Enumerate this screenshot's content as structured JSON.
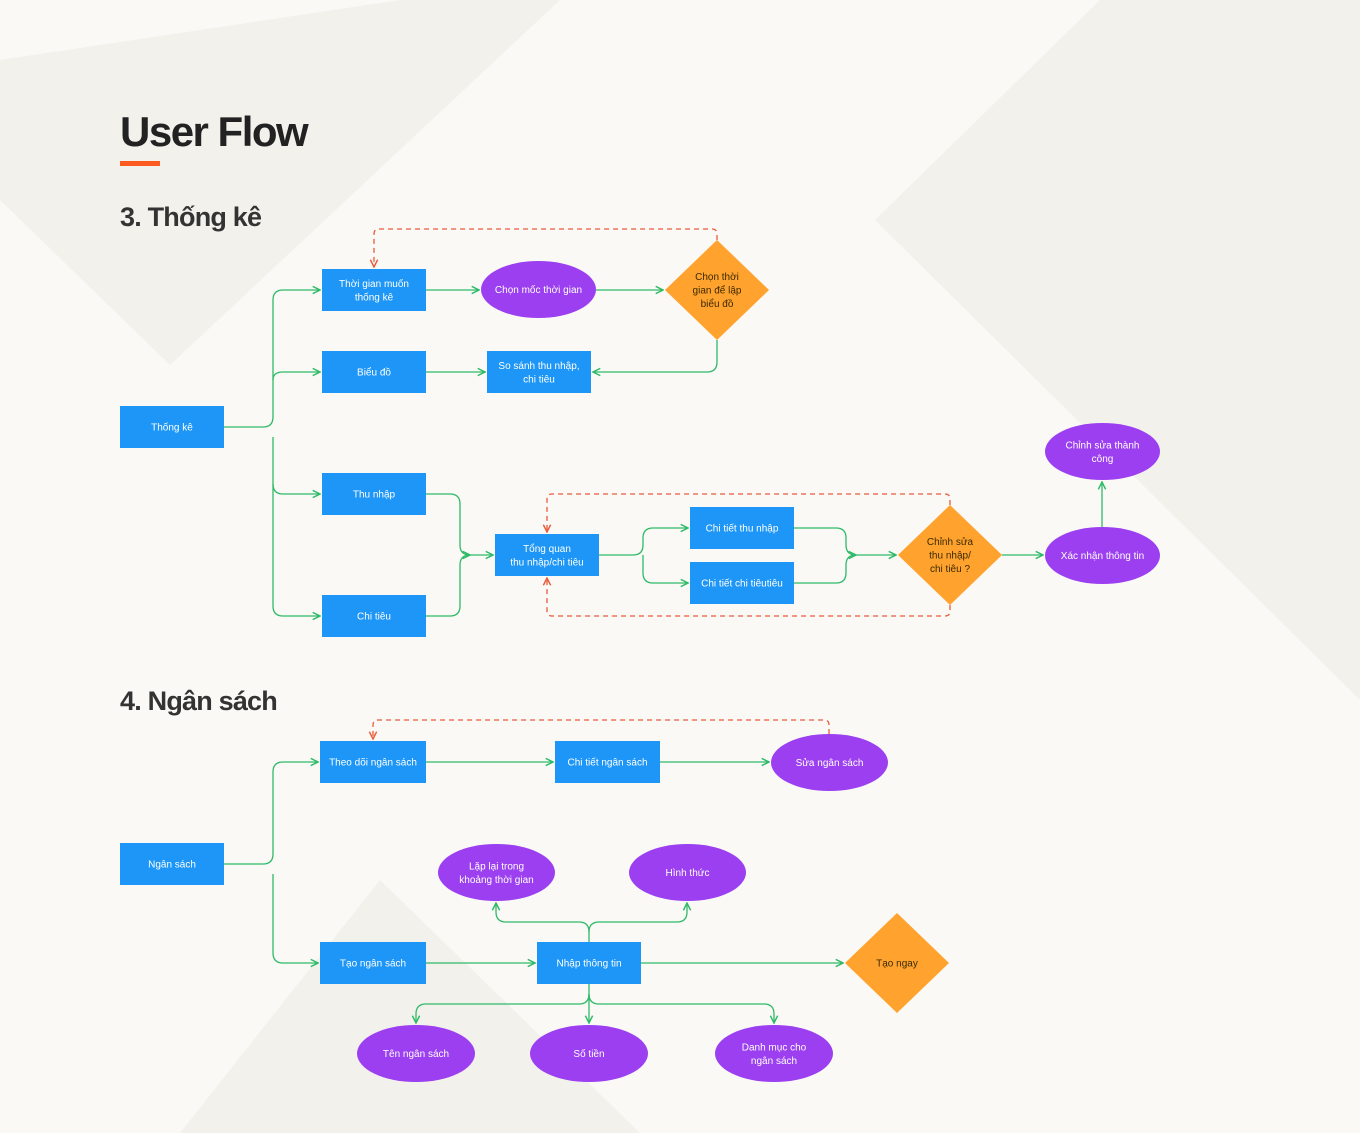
{
  "header": {
    "title": "User Flow",
    "accent_color": "#ff5a1f"
  },
  "sections": [
    {
      "id": "sec3",
      "title": "3. Thống kê",
      "nodes": [
        {
          "id": "tk_root",
          "shape": "rect",
          "lines": [
            "Thống kê"
          ]
        },
        {
          "id": "tk_time",
          "shape": "rect",
          "lines": [
            "Thời gian muốn",
            "thống kê"
          ]
        },
        {
          "id": "tk_chart",
          "shape": "rect",
          "lines": [
            "Biểu đồ"
          ]
        },
        {
          "id": "tk_income",
          "shape": "rect",
          "lines": [
            "Thu nhập"
          ]
        },
        {
          "id": "tk_expense",
          "shape": "rect",
          "lines": [
            "Chi tiêu"
          ]
        },
        {
          "id": "tk_pick",
          "shape": "ellipse",
          "lines": [
            "Chọn mốc thời gian"
          ]
        },
        {
          "id": "tk_decide",
          "shape": "diamond",
          "lines": [
            "Chọn thời",
            "gian để lập",
            "biểu đồ"
          ]
        },
        {
          "id": "tk_compare",
          "shape": "rect",
          "lines": [
            "So sánh thu nhập,",
            "chi tiêu"
          ]
        },
        {
          "id": "tk_overview",
          "shape": "rect",
          "lines": [
            "Tổng quan",
            "thu nhập/chi tiêu"
          ]
        },
        {
          "id": "tk_inc_detail",
          "shape": "rect",
          "lines": [
            "Chi tiết thu nhập"
          ]
        },
        {
          "id": "tk_exp_detail",
          "shape": "rect",
          "lines": [
            "Chi tiết chi tiêutiêu"
          ]
        },
        {
          "id": "tk_edit_q",
          "shape": "diamond",
          "lines": [
            "Chỉnh sửa",
            "thu nhập/",
            "chi tiêu ?"
          ]
        },
        {
          "id": "tk_confirm",
          "shape": "ellipse",
          "lines": [
            "Xác nhận thông tin"
          ]
        },
        {
          "id": "tk_success",
          "shape": "ellipse",
          "lines": [
            "Chỉnh sửa thành",
            "công"
          ]
        }
      ]
    },
    {
      "id": "sec4",
      "title": "4. Ngân sách",
      "nodes": [
        {
          "id": "ns_root",
          "shape": "rect",
          "lines": [
            "Ngân sách"
          ]
        },
        {
          "id": "ns_track",
          "shape": "rect",
          "lines": [
            "Theo dõi ngân sách"
          ]
        },
        {
          "id": "ns_detail",
          "shape": "rect",
          "lines": [
            "Chi tiết ngân sách"
          ]
        },
        {
          "id": "ns_edit",
          "shape": "ellipse",
          "lines": [
            "Sửa ngân sách"
          ]
        },
        {
          "id": "ns_create",
          "shape": "rect",
          "lines": [
            "Tạo ngân sách"
          ]
        },
        {
          "id": "ns_input",
          "shape": "rect",
          "lines": [
            "Nhập thông tin"
          ]
        },
        {
          "id": "ns_now",
          "shape": "diamond",
          "lines": [
            "Tạo ngay"
          ]
        },
        {
          "id": "ns_repeat",
          "shape": "ellipse",
          "lines": [
            "Lặp lại trong",
            "khoảng thời gian"
          ]
        },
        {
          "id": "ns_form",
          "shape": "ellipse",
          "lines": [
            "Hình thức"
          ]
        },
        {
          "id": "ns_name",
          "shape": "ellipse",
          "lines": [
            "Tên ngân sách"
          ]
        },
        {
          "id": "ns_amount",
          "shape": "ellipse",
          "lines": [
            "Số tiền"
          ]
        },
        {
          "id": "ns_category",
          "shape": "ellipse",
          "lines": [
            "Danh mục cho",
            "ngân sách"
          ]
        }
      ]
    }
  ],
  "colors": {
    "rect": "#1d96f7",
    "ellipse": "#9b3ff0",
    "diamond": "#ffa22e",
    "diamond_text": "#3a2a00",
    "arrow": "#2fba68",
    "loop": "#e85b3c",
    "background": "#faf9f5",
    "background_shape": "#f0efea"
  },
  "icons": [
    "arrowhead-icon"
  ]
}
